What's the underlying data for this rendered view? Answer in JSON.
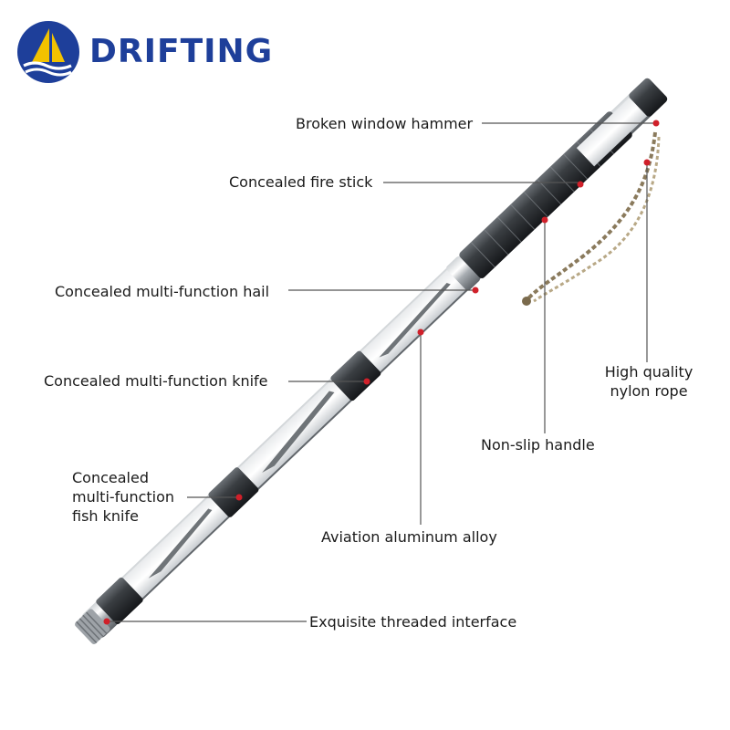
{
  "brand": {
    "name": "DRIFTING",
    "primary_color": "#1e3f9a",
    "accent_color": "#f2c200"
  },
  "callout_color": "#d0202a",
  "labels": {
    "broken_window_hammer": "Broken window hammer",
    "concealed_fire_stick": "Concealed fire stick",
    "concealed_multi_function_hail": "Concealed multi-function hail",
    "concealed_multi_function_knife": "Concealed multi-function knife",
    "fish_knife_line1": "Concealed",
    "fish_knife_line2": "multi-function",
    "fish_knife_line3": "fish knife",
    "high_quality_line1": "High quality",
    "high_quality_line2": "nylon rope",
    "non_slip_handle": "Non-slip handle",
    "aviation_aluminum_alloy": "Aviation aluminum alloy",
    "exquisite_threaded_interface": "Exquisite threaded interface"
  }
}
